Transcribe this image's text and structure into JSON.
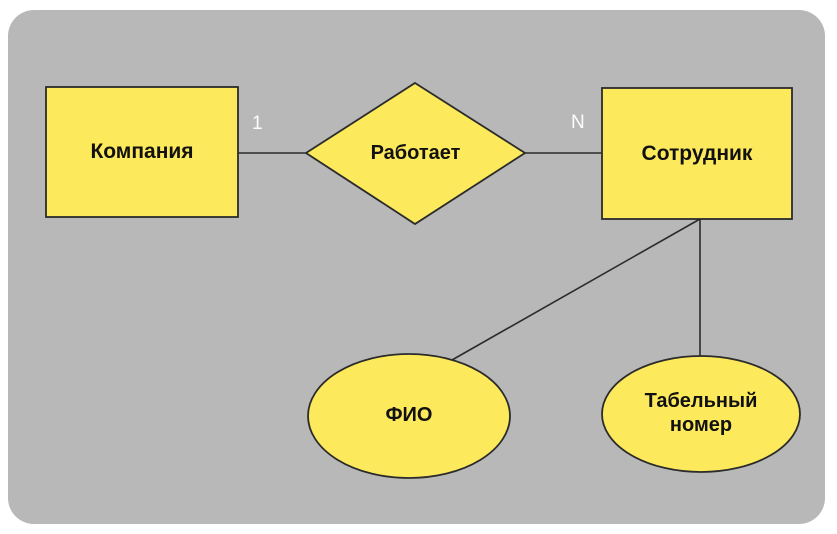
{
  "diagram": {
    "type": "er-diagram",
    "title": "",
    "canvas": {
      "background_color": "#ffffff",
      "panel_color": "#b8b8b8"
    },
    "style": {
      "shape_fill": "#fce95c",
      "shape_stroke": "#2b2b2b",
      "connector_color": "#2b2b2b",
      "text_color": "#111111",
      "cardinality_color": "#fdfdfd"
    },
    "entities": [
      {
        "id": "company",
        "label": "Компания",
        "shape": "rectangle"
      },
      {
        "id": "employee",
        "label": "Сотрудник",
        "shape": "rectangle"
      }
    ],
    "relationships": [
      {
        "id": "works",
        "label": "Работает",
        "shape": "diamond",
        "from": "company",
        "to": "employee",
        "from_cardinality": "1",
        "to_cardinality": "N"
      }
    ],
    "attributes": [
      {
        "id": "fullname",
        "label": "ФИО",
        "shape": "ellipse",
        "owner": "employee"
      },
      {
        "id": "personnel-number",
        "label_line1": "Табельный",
        "label_line2": "номер",
        "shape": "ellipse",
        "owner": "employee"
      }
    ]
  }
}
